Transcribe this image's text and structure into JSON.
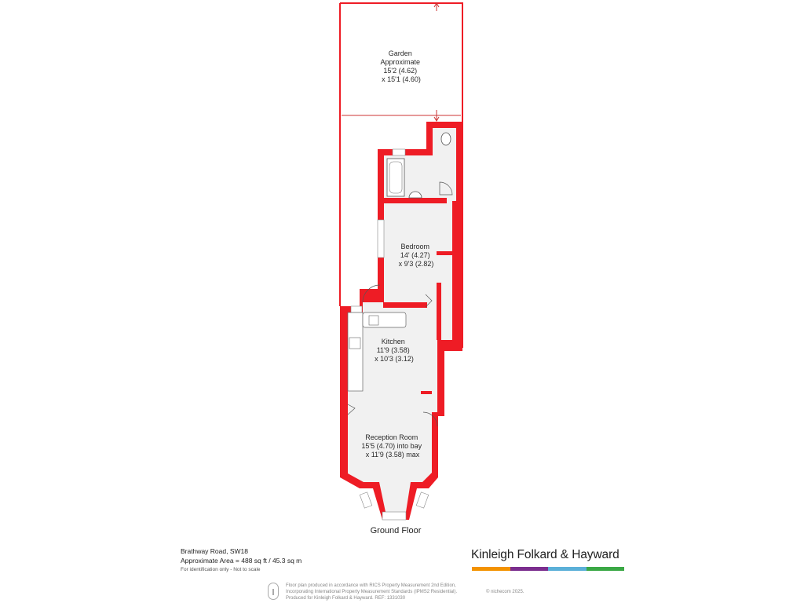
{
  "rooms": {
    "garden": [
      "Garden",
      "Approximate",
      "15'2 (4.62)",
      "x 15'1 (4.60)"
    ],
    "bedroom": [
      "Bedroom",
      "14' (4.27)",
      "x 9'3 (2.82)"
    ],
    "kitchen": [
      "Kitchen",
      "11'9 (3.58)",
      "x 10'3 (3.12)"
    ],
    "reception": [
      "Reception Room",
      "15'5 (4.70) into bay",
      "x 11'9 (3.58) max"
    ]
  },
  "floor_label": "Ground Floor",
  "address": {
    "line1": "Brathway Road, SW18",
    "line2": "Approximate Area = 488 sq ft / 45.3 sq m",
    "line3": "For identification only - Not to scale"
  },
  "brand": {
    "name": "Kinleigh Folkard & Hayward",
    "bar_colors": [
      "#f39200",
      "#7b2d8e",
      "#5bb0d8",
      "#3aa845"
    ]
  },
  "footer": {
    "line1": "Floor plan produced in accordance with RICS Property Measurement 2nd Edition,",
    "line2": "Incorporating International Property Measurement Standards (IPMS2 Residential).",
    "line3": "Produced for Kinleigh Folkard & Hayward.   REF: 1331030",
    "copyright": "© nichecom 2025."
  },
  "colors": {
    "wall": "#ee1c25",
    "floor": "#f1f1f1",
    "outline": "#333333"
  }
}
